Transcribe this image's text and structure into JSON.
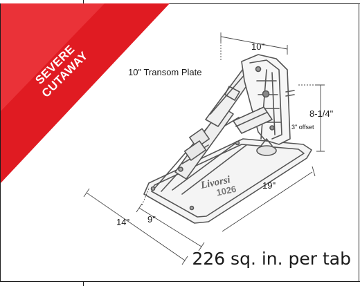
{
  "banner": {
    "line1": "SEVERE",
    "line2": "CUTAWAY",
    "color": "#e01b22"
  },
  "dimensions": {
    "width_top": "10\"",
    "transom_plate": "10\" Transom Plate",
    "height": "8-1/4\"",
    "offset": "3\" offset",
    "length": "19\"",
    "overall_side": "14\"",
    "inner_side": "9\""
  },
  "logo_text": "Livorsi 1026",
  "caption": "226 sq. in. per tab"
}
